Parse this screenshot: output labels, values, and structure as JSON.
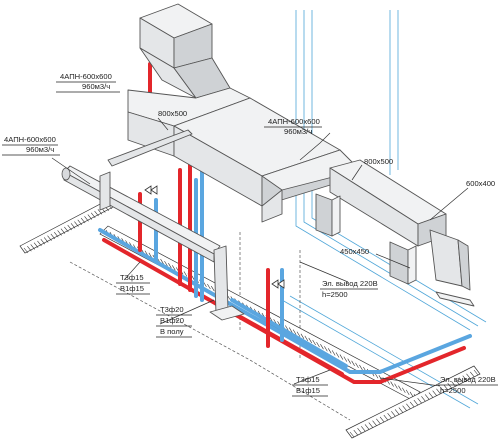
{
  "colors": {
    "hot_pipe": "#e3262b",
    "cold_pipe": "#5aa6e0",
    "wall": "#4fa6d8",
    "duct_fill": "#e4e6e8"
  },
  "labels": {
    "grille_top_right": "4АПН-600х600",
    "airflow_top_right": "960м3/ч",
    "grille_left": "4АПН-600х600",
    "airflow_left": "960м3/ч",
    "duct_800_top": "800х500",
    "duct_800_right": "800х500",
    "duct_600": "600х400",
    "duct_450": "450х450",
    "elec_upper_1": "Эл. вывод 220В",
    "elec_upper_2": "h=2500",
    "elec_lower_1": "Эл. вывод 220В",
    "elec_lower_2": "h=2500",
    "pipes_a_1": "Т3ф15",
    "pipes_a_2": "В1ф15",
    "pipes_b_1": "Т3ф20",
    "pipes_b_2": "В1ф20",
    "pipes_b_3": "В полу",
    "pipes_c_1": "Т3ф15",
    "pipes_c_2": "В1ф15"
  }
}
